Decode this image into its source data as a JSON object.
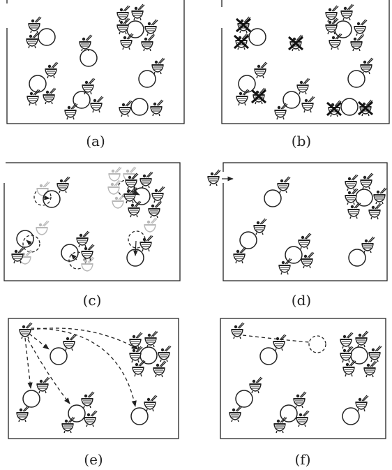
{
  "figure": {
    "panels": [
      {
        "id": "a",
        "label": "(a)"
      },
      {
        "id": "b",
        "label": "(b)"
      },
      {
        "id": "c",
        "label": "(c)"
      },
      {
        "id": "d",
        "label": "(d)"
      },
      {
        "id": "e",
        "label": "(e)"
      },
      {
        "id": "f",
        "label": "(f)"
      }
    ],
    "icons": {
      "customer": "diner-at-bowl-icon",
      "table": "table-circle",
      "removed_mark": "cross-mark-icon",
      "move_arrow": "arrow-icon"
    },
    "colors": {
      "ink": "#222222",
      "faded": "#b8b8b8",
      "background": "#ffffff"
    }
  }
}
